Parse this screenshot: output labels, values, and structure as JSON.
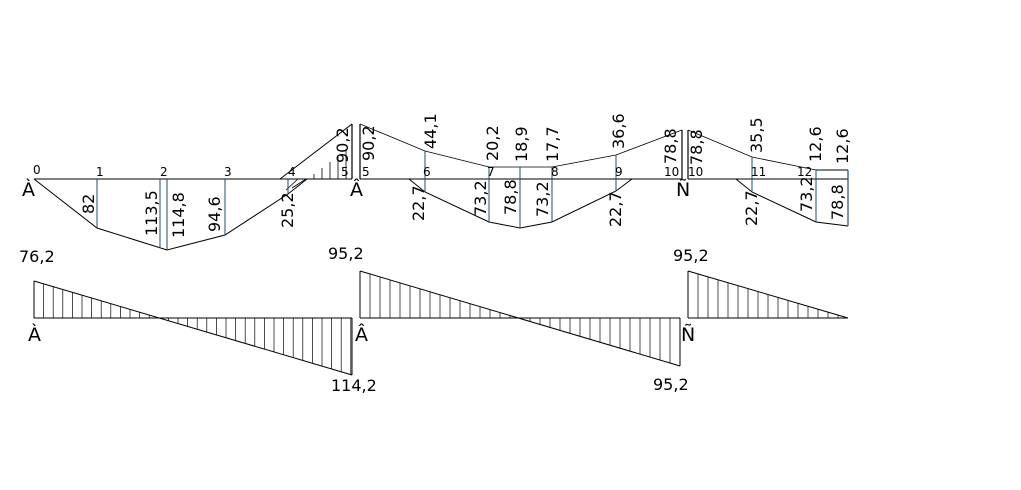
{
  "moment_diagram": {
    "node_labels": [
      "0",
      "1",
      "2",
      "3",
      "4",
      "5",
      "5",
      "6",
      "7",
      "8",
      "9",
      "10",
      "10",
      "11",
      "12"
    ],
    "support_labels": [
      "À",
      "Â",
      "Ñ"
    ],
    "values_below": [
      "82",
      "113,5",
      "114,8",
      "94,6",
      "25,2",
      "22,7",
      "73,2",
      "78,8",
      "73,2",
      "22,7",
      "22,7",
      "73,2",
      "78,8"
    ],
    "values_above": [
      "90,2",
      "90,2",
      "44,1",
      "20,2",
      "18,9",
      "17,7",
      "36,6",
      "78,8",
      "78,8",
      "35,5",
      "12,6",
      "12,6"
    ]
  },
  "shear_diagram": {
    "support_labels": [
      "À",
      "Â",
      "Ñ"
    ],
    "values": [
      "76,2",
      "114,2",
      "95,2",
      "95,2",
      "95,2"
    ]
  },
  "colors": {
    "line": "#000000",
    "ordinate": "#1f4e6b"
  }
}
